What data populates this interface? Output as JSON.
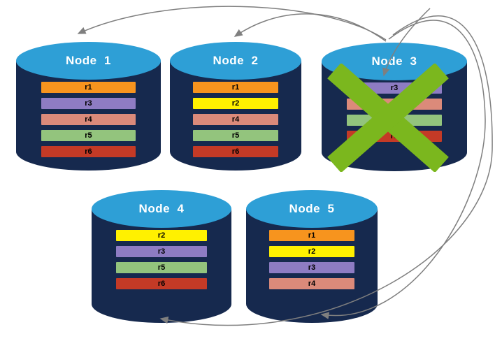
{
  "diagram": {
    "description": "Replica redistribution after node failure",
    "nodes": [
      {
        "label": "Node  1",
        "failed": false,
        "replicas": [
          {
            "label": "r1",
            "color": "#F7941E"
          },
          {
            "label": "r3",
            "color": "#8E7CC3"
          },
          {
            "label": "r4",
            "color": "#DB8A7A"
          },
          {
            "label": "r5",
            "color": "#93C47D"
          },
          {
            "label": "r6",
            "color": "#C43A26"
          }
        ]
      },
      {
        "label": "Node  2",
        "failed": false,
        "replicas": [
          {
            "label": "r1",
            "color": "#F7941E"
          },
          {
            "label": "r2",
            "color": "#FFF100"
          },
          {
            "label": "r4",
            "color": "#DB8A7A"
          },
          {
            "label": "r5",
            "color": "#93C47D"
          },
          {
            "label": "r6",
            "color": "#C43A26"
          }
        ]
      },
      {
        "label": "Node  3",
        "failed": true,
        "replicas": [
          {
            "label": "r3",
            "color": "#8E7CC3"
          },
          {
            "label": "r4",
            "color": "#DB8A7A"
          },
          {
            "label": "r5",
            "color": "#93C47D"
          },
          {
            "label": "r6",
            "color": "#C43A26"
          }
        ]
      },
      {
        "label": "Node  4",
        "failed": false,
        "replicas": [
          {
            "label": "r2",
            "color": "#FFF100"
          },
          {
            "label": "r3",
            "color": "#8E7CC3"
          },
          {
            "label": "r5",
            "color": "#93C47D"
          },
          {
            "label": "r6",
            "color": "#C43A26"
          }
        ]
      },
      {
        "label": "Node  5",
        "failed": false,
        "replicas": [
          {
            "label": "r1",
            "color": "#F7941E"
          },
          {
            "label": "r2",
            "color": "#FFF100"
          },
          {
            "label": "r3",
            "color": "#8E7CC3"
          },
          {
            "label": "r4",
            "color": "#DB8A7A"
          }
        ]
      }
    ],
    "arrows": [
      {
        "id": "node3-to-node1",
        "from": "Node 3",
        "to": "Node 1"
      },
      {
        "id": "node3-to-node2",
        "from": "Node 3",
        "to": "Node 2"
      },
      {
        "id": "into-node3",
        "from": "",
        "to": "Node 3"
      },
      {
        "id": "node3-to-node5",
        "from": "Node 3",
        "to": "Node 5"
      },
      {
        "id": "node3-to-node4",
        "from": "Node 3",
        "to": "Node 4"
      }
    ],
    "colors": {
      "background": "#FFFFFF",
      "cylinder_body": "#16294E",
      "cylinder_top": "#2E9FD6",
      "node_label_text": "#FFFFFF",
      "row_text": "#000000",
      "arrow": "#7F7F7F",
      "fail_x": "#7BB71E"
    }
  }
}
